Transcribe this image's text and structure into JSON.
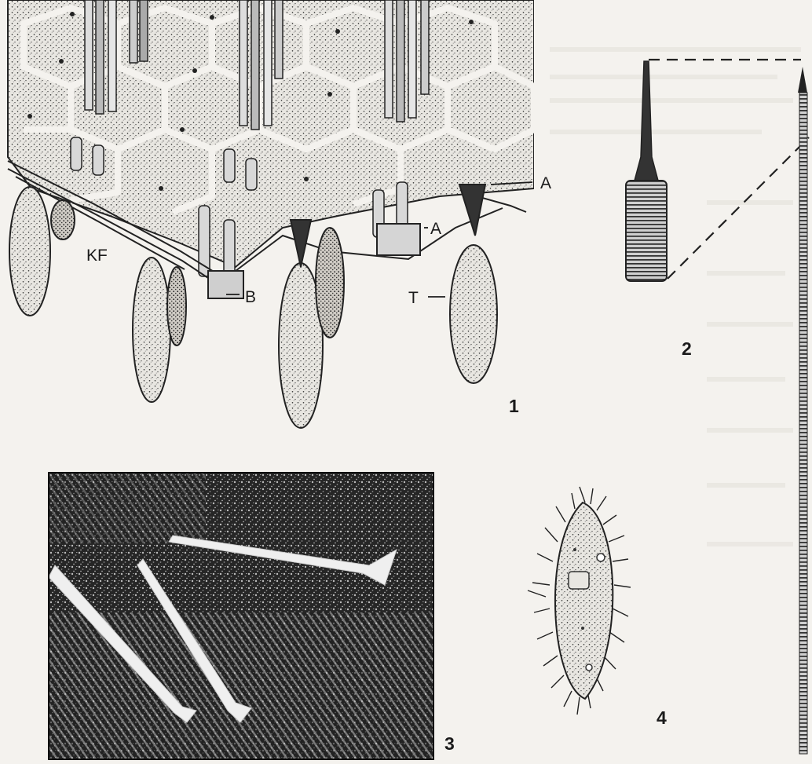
{
  "figure": {
    "panel_numbers": [
      "1",
      "2",
      "3",
      "4"
    ],
    "labels": {
      "a_upper": "A",
      "a_lower": "A",
      "b": "B",
      "kf": "KF",
      "t": "T"
    }
  },
  "colors": {
    "ink": "#1b1b1b",
    "paper": "#f4f2ee",
    "micrograph_dark": "#222222",
    "micrograph_light": "#ececec"
  }
}
